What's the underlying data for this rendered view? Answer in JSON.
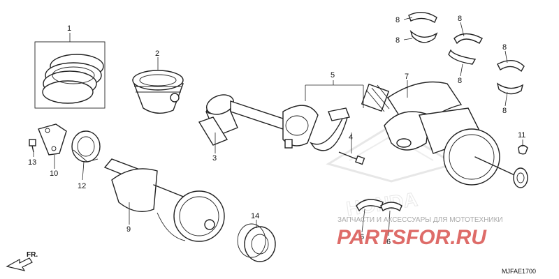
{
  "diagram": {
    "code": "MJFAE1700",
    "direction_label": "FR.",
    "callouts": [
      {
        "id": "c1",
        "label": "1"
      },
      {
        "id": "c2",
        "label": "2"
      },
      {
        "id": "c3",
        "label": "3"
      },
      {
        "id": "c4",
        "label": "4"
      },
      {
        "id": "c5",
        "label": "5"
      },
      {
        "id": "c6a",
        "label": "6"
      },
      {
        "id": "c6b",
        "label": "6"
      },
      {
        "id": "c7",
        "label": "7"
      },
      {
        "id": "c8a",
        "label": "8"
      },
      {
        "id": "c8b",
        "label": "8"
      },
      {
        "id": "c8c",
        "label": "8"
      },
      {
        "id": "c8d",
        "label": "8"
      },
      {
        "id": "c8e",
        "label": "8"
      },
      {
        "id": "c8f",
        "label": "8"
      },
      {
        "id": "c9",
        "label": "9"
      },
      {
        "id": "c10",
        "label": "10"
      },
      {
        "id": "c11",
        "label": "11"
      },
      {
        "id": "c12",
        "label": "12"
      },
      {
        "id": "c13",
        "label": "13"
      },
      {
        "id": "c14",
        "label": "14"
      }
    ]
  },
  "watermark": {
    "brand": "PARTSFOR.RU",
    "brand_color": "#d9534f",
    "tagline": "ЗАПЧАСТИ И АКСЕССУАРЫ ДЛЯ МОТОТЕХНИКИ",
    "tagline_color": "#a9a9a9",
    "logo_text": "HONDA"
  }
}
